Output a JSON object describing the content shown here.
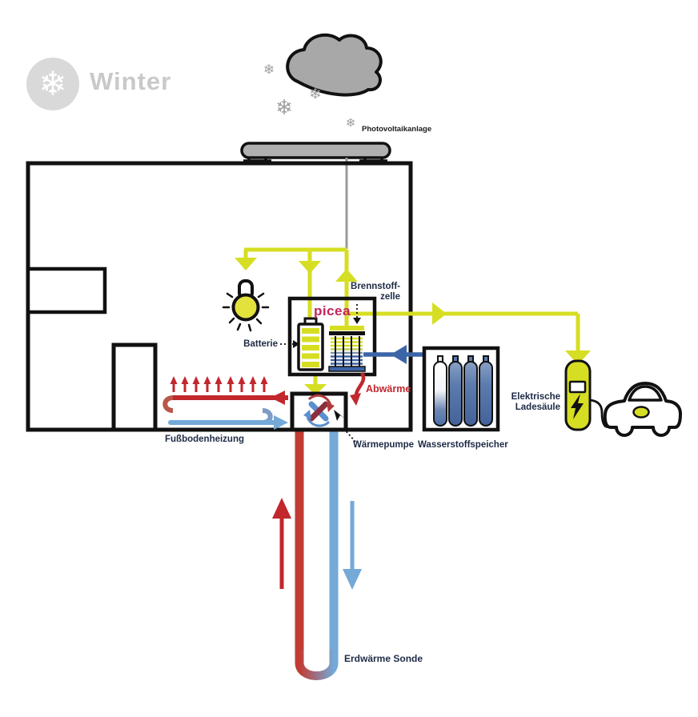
{
  "season": {
    "badge_label": "Winter"
  },
  "icons": {
    "snowflake": "❄"
  },
  "labels": {
    "photovoltaik": "Photovoltaikanlage",
    "brennstoffzelle_line1": "Brennstoff-",
    "brennstoffzelle_line2": "zelle",
    "batterie": "Batterie",
    "picea_logo": "picea",
    "abwaerme": "Abwärme",
    "fussbodenheizung": "Fußbodenheizung",
    "waermepumpe": "Wärmepumpe",
    "wasserstoffspeicher": "Wasserstoffspeicher",
    "ladesaeule_line1": "Elektrische",
    "ladesaeule_line2": "Ladesäule",
    "erdwaerme": "Erdwärme Sonde"
  },
  "colors": {
    "energy_yellow": "#d6de23",
    "hydrogen_blue": "#3c65a8",
    "heat_red": "#c1272d",
    "cool_blue": "#74a9d8",
    "cloud_gray": "#a8a8a8",
    "badge_gray": "#d9d9d9",
    "label_navy": "#1e2a45",
    "picea_pink": "#c4245c"
  }
}
